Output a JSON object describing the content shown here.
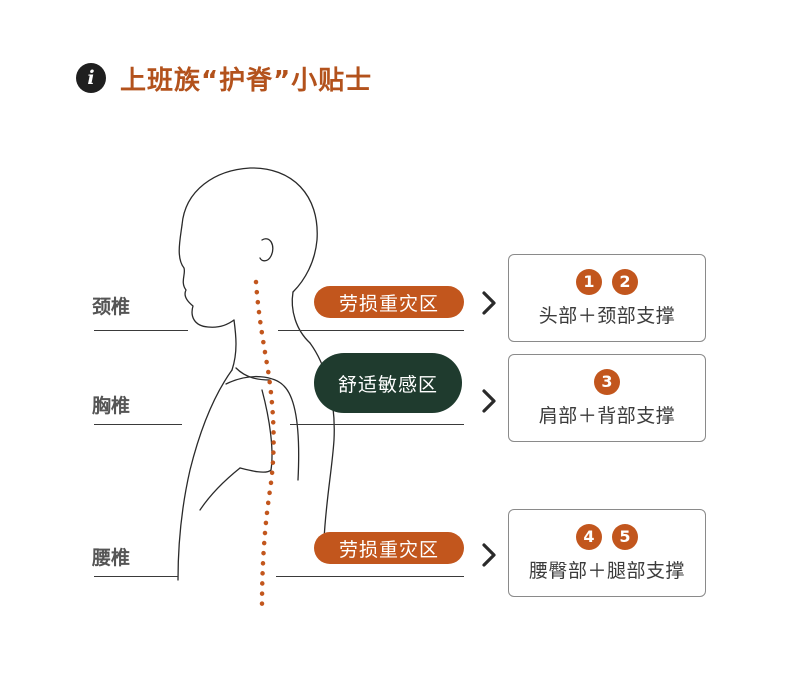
{
  "header": {
    "icon_glyph": "i",
    "title": "上班族“护脊”小贴士"
  },
  "regions": [
    {
      "label": "颈椎",
      "tag": "劳损重灾区",
      "tag_style": "orange",
      "badges": [
        "1",
        "2"
      ],
      "advice": "头部＋颈部支撑"
    },
    {
      "label": "胸椎",
      "tag": "舒适敏感区",
      "tag_style": "green",
      "badges": [
        "3"
      ],
      "advice": "肩部＋背部支撑"
    },
    {
      "label": "腰椎",
      "tag": "劳损重灾区",
      "tag_style": "orange",
      "badges": [
        "4",
        "5"
      ],
      "advice": "腰臀部＋腿部支撑"
    }
  ],
  "colors": {
    "accent": "#c2561d",
    "green": "#1f3b2e",
    "title": "#b3521c",
    "spine": "#c2561d"
  }
}
